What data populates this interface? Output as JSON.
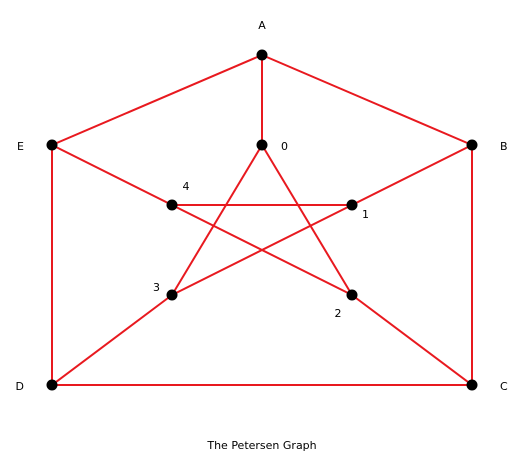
{
  "diagram": {
    "caption": "The Petersen Graph",
    "edge_color": "#e8191f",
    "node_color": "#000000",
    "nodes": [
      {
        "id": "A",
        "label": "A"
      },
      {
        "id": "B",
        "label": "B"
      },
      {
        "id": "C",
        "label": "C"
      },
      {
        "id": "D",
        "label": "D"
      },
      {
        "id": "E",
        "label": "E"
      },
      {
        "id": "0",
        "label": "0"
      },
      {
        "id": "1",
        "label": "1"
      },
      {
        "id": "2",
        "label": "2"
      },
      {
        "id": "3",
        "label": "3"
      },
      {
        "id": "4",
        "label": "4"
      }
    ],
    "edges": [
      [
        "A",
        "B"
      ],
      [
        "B",
        "C"
      ],
      [
        "C",
        "D"
      ],
      [
        "D",
        "E"
      ],
      [
        "E",
        "A"
      ],
      [
        "A",
        "0"
      ],
      [
        "B",
        "1"
      ],
      [
        "C",
        "2"
      ],
      [
        "D",
        "3"
      ],
      [
        "E",
        "4"
      ],
      [
        "0",
        "2"
      ],
      [
        "2",
        "4"
      ],
      [
        "4",
        "1"
      ],
      [
        "1",
        "3"
      ],
      [
        "3",
        "0"
      ]
    ]
  }
}
